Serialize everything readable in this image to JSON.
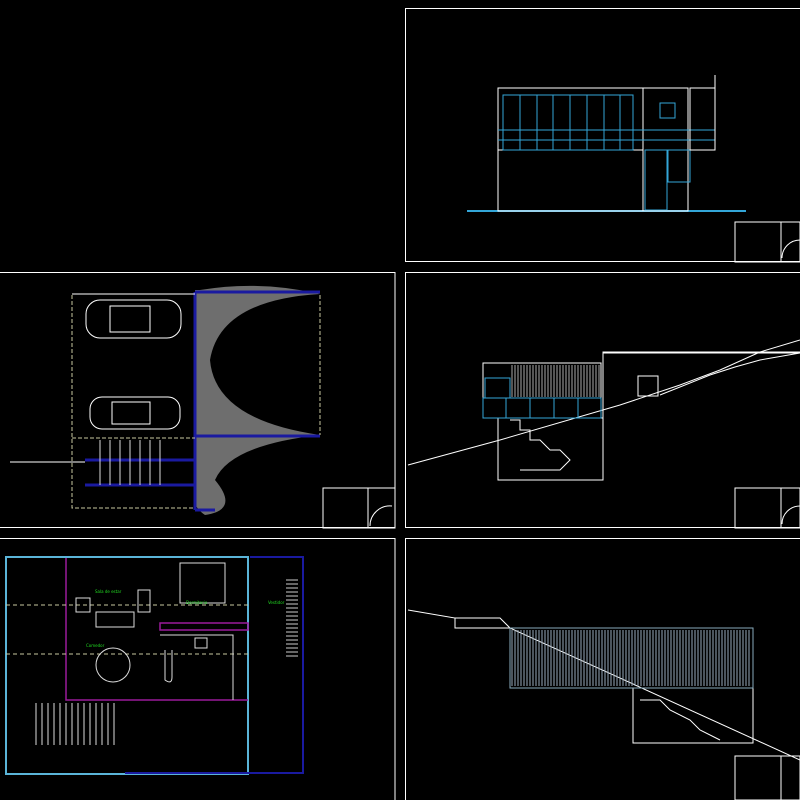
{
  "app": {
    "background": "#000000"
  },
  "colors": {
    "sheet_border": "#ffffff",
    "glass": "#33a6d8",
    "wall": "#1a1aa0",
    "partition": "#9a1a9a",
    "text": "#22dd22",
    "hatch": "#9a9a9a"
  },
  "sheets": [
    {
      "id": "front-elevation"
    },
    {
      "id": "garage-plan"
    },
    {
      "id": "side-section"
    },
    {
      "id": "floor-plan"
    },
    {
      "id": "long-section"
    }
  ],
  "floor_plan": {
    "rooms": [
      "Sala de estar",
      "Dormitorio",
      "Vestidor",
      "Comedor"
    ]
  }
}
